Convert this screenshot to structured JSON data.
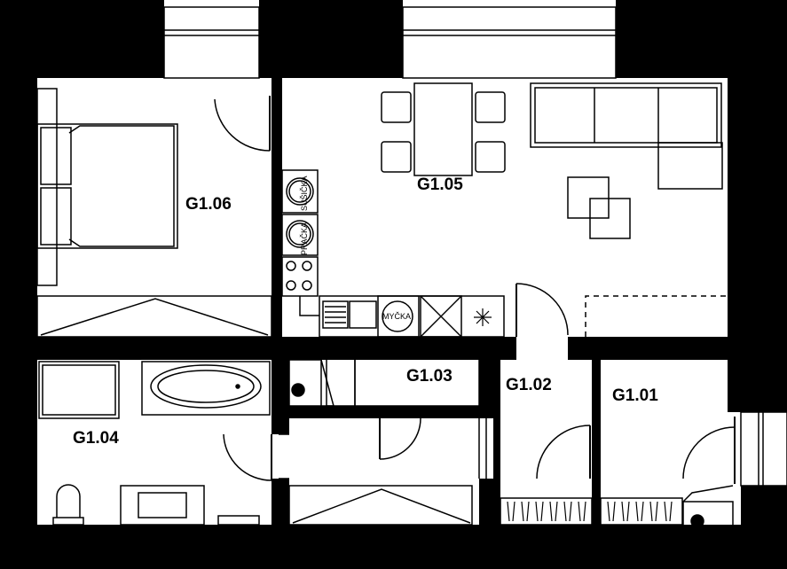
{
  "rooms": [
    {
      "id": "g106",
      "label": "G1.06"
    },
    {
      "id": "g105",
      "label": "G1.05"
    },
    {
      "id": "g104",
      "label": "G1.04"
    },
    {
      "id": "g103",
      "label": "G1.03"
    },
    {
      "id": "g102",
      "label": "G1.02"
    },
    {
      "id": "g101",
      "label": "G1.01"
    }
  ],
  "fixtures": {
    "dryer": "SUŠIČKA",
    "washer": "PRAČKA",
    "dishwasher": "MYČKA"
  },
  "colors": {
    "wall": "#000000",
    "line": "#000000",
    "floor": "#ffffff"
  }
}
